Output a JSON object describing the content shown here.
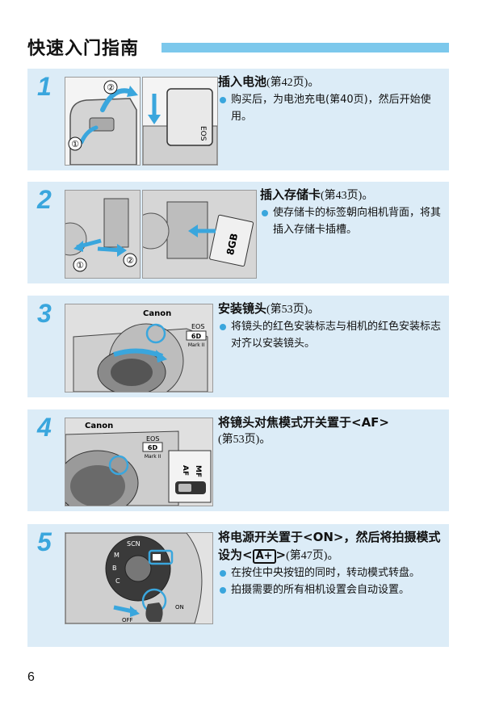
{
  "page": {
    "title": "快速入门指南",
    "number": "6"
  },
  "steps": [
    {
      "num": "1",
      "heading": "插入电池",
      "ref": "(第42页)。",
      "bullets": [
        "购买后，为电池充电(第40页)，然后开始使用。"
      ],
      "callouts": [
        "②",
        "①"
      ],
      "img_text": [
        "EOS"
      ]
    },
    {
      "num": "2",
      "heading": "插入存储卡",
      "ref": "(第43页)。",
      "bullets": [
        "使存储卡的标签朝向相机背面，将其插入存储卡插槽。"
      ],
      "callouts": [
        "①",
        "②"
      ],
      "img_text": [
        "8GB"
      ]
    },
    {
      "num": "3",
      "heading": "安装镜头",
      "ref": "(第53页)。",
      "bullets": [
        "将镜头的红色安装标志与相机的红色安装标志对齐以安装镜头。"
      ],
      "img_text": [
        "Canon",
        "EOS",
        "6D",
        "Mark II"
      ]
    },
    {
      "num": "4",
      "heading": "将镜头对焦模式开关置于<AF>",
      "ref": "(第53页)。",
      "bullets": [],
      "img_text": [
        "Canon",
        "EOS",
        "6D",
        "Mark II",
        "AF",
        "MF"
      ]
    },
    {
      "num": "5",
      "heading_a": "将电源开关置于<ON>，然后将拍摄模式设为<",
      "mode_icon": "A+",
      "heading_b": ">",
      "ref": "(第47页)。",
      "bullets": [
        "在按住中央按钮的同时，转动模式转盘。",
        "拍摄需要的所有相机设置会自动设置。"
      ],
      "img_text": [
        "ON",
        "OFF"
      ]
    }
  ],
  "colors": {
    "accent": "#3aa6dd",
    "title_bar": "#7cc8ec",
    "panel": "#dcecf7",
    "highlight_ring": "#3aa6dd"
  }
}
